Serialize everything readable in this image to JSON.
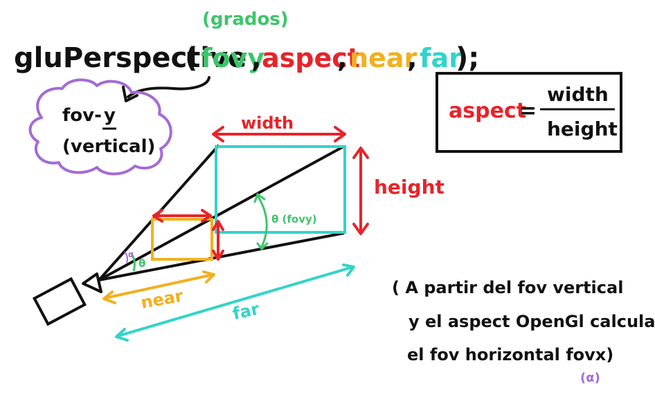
{
  "colors": {
    "black": "#111111",
    "green": "#3cc56a",
    "red": "#e8232a",
    "yellow": "#f2b01e",
    "cyan": "#32d4c8",
    "purple": "#a46ad6"
  },
  "function_call": {
    "fn_name": "gluPerspective",
    "open_paren": "(",
    "param_fovy": "fovy",
    "comma_1": ",",
    "param_aspect": "aspect",
    "comma_2": ",",
    "param_near": "near",
    "comma_3": ",",
    "param_far": "far",
    "close": ");",
    "fovy_unit": "(grados)"
  },
  "callout": {
    "line1_prefix": "fov-",
    "line1_y": "y",
    "line2": "(vertical)"
  },
  "formula": {
    "lhs": "aspect",
    "equals": "=",
    "numerator": "width",
    "denominator": "height"
  },
  "frustum_labels": {
    "width": "width",
    "height": "height",
    "theta_fovy": "θ (fovy)",
    "theta": "θ",
    "alpha": "α",
    "near": "near",
    "far": "far"
  },
  "note": {
    "line1": "( A partir del fov vertical",
    "line2": "y el aspect OpenGl calcula",
    "line3": "el fov horizontal fovx)",
    "alpha": "(α)"
  }
}
